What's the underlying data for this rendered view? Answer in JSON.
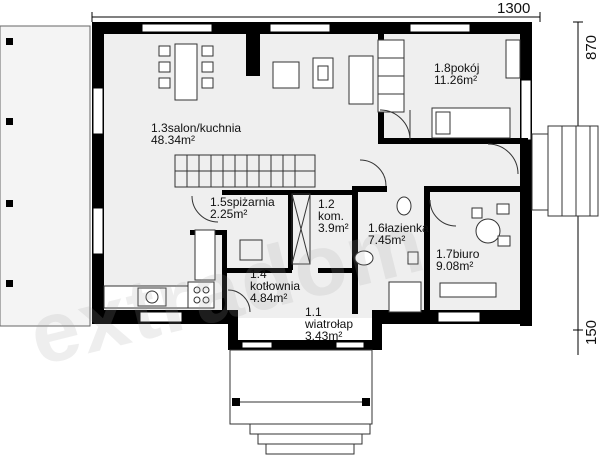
{
  "dimensions": {
    "width_total": "1300",
    "depth_main": "870",
    "depth_porch": "150"
  },
  "watermark": "extradom",
  "rooms": [
    {
      "id": "salon",
      "number": "1.3",
      "name": "salon/kuchnia",
      "area": "48.34",
      "unit": "m²"
    },
    {
      "id": "pokoj",
      "number": "1.8",
      "name": "pokój",
      "area": "11.26",
      "unit": "m²"
    },
    {
      "id": "spizarnia",
      "number": "1.5",
      "name": "spiżarnia",
      "area": "2.25",
      "unit": "m²"
    },
    {
      "id": "kom",
      "number": "1.2",
      "name": "kom.",
      "area": "3.9",
      "unit": "m²"
    },
    {
      "id": "lazienka",
      "number": "1.6",
      "name": "łazienka",
      "area": "7.45",
      "unit": "m²"
    },
    {
      "id": "biuro",
      "number": "1.7",
      "name": "biuro",
      "area": "9.08",
      "unit": "m²"
    },
    {
      "id": "kotlownia",
      "number": "1.4",
      "name": "kotłownia",
      "area": "4.84",
      "unit": "m²"
    },
    {
      "id": "wiatrolap",
      "number": "1.1",
      "name": "wiatrołap",
      "area": "3.43",
      "unit": "m²"
    }
  ],
  "colors": {
    "wall": "#000000",
    "floor": "#efefef",
    "line": "#333333"
  }
}
